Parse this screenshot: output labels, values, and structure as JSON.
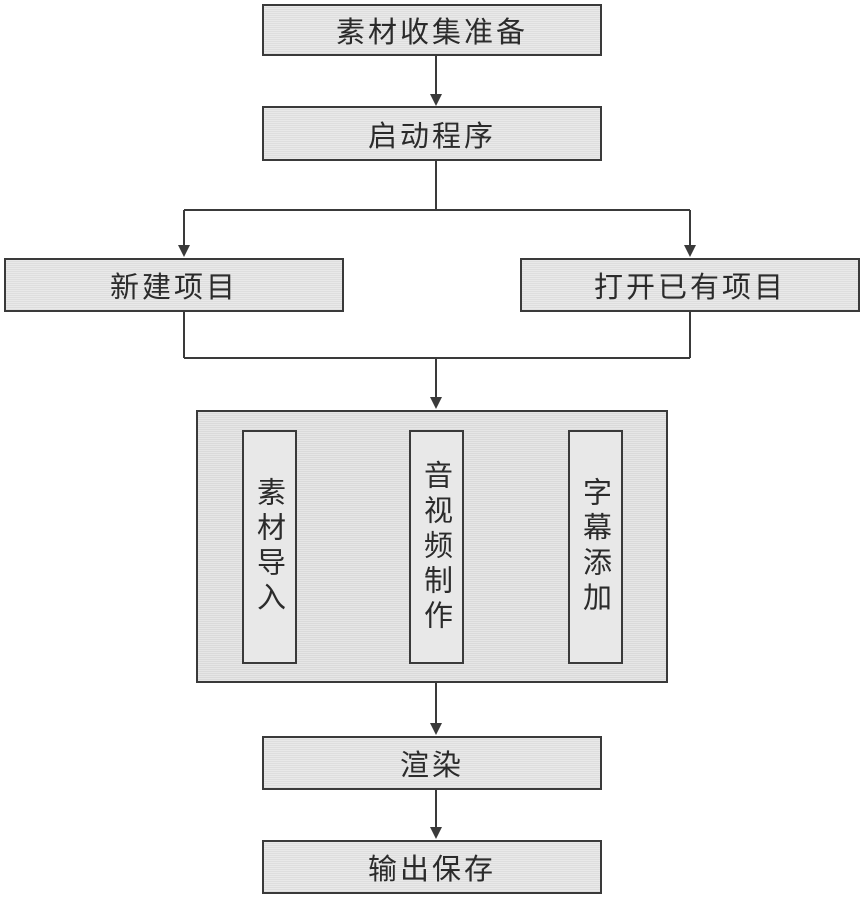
{
  "flowchart": {
    "steps": {
      "prepare": "素材收集准备",
      "launch": "启动程序",
      "new_project": "新建项目",
      "open_project": "打开已有项目",
      "render": "渲染",
      "save": "输出保存"
    },
    "sub_steps": {
      "import": "素材导入",
      "av_production": "音视频制作",
      "subtitle": "字幕添加"
    }
  }
}
